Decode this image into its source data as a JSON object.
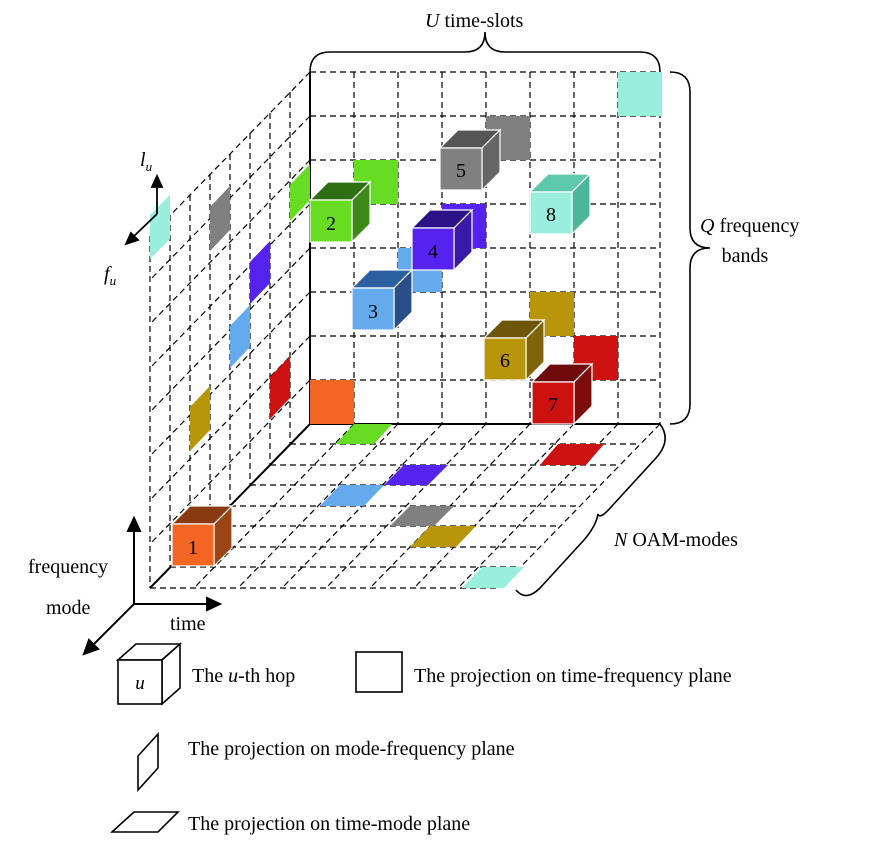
{
  "labels": {
    "time_slots_var": "U",
    "time_slots": " time-slots",
    "freq_bands_var": "Q",
    "freq_bands_1": " frequency",
    "freq_bands_2": "bands",
    "oam_var": "N",
    "oam": " OAM-modes",
    "axis_l": "l",
    "axis_l_sub": "u",
    "axis_f": "f",
    "axis_f_sub": "u",
    "axis_frequency": "frequency",
    "axis_mode": "mode",
    "axis_time": "time"
  },
  "legend": {
    "cube_var": "u",
    "hop_pre": "The ",
    "hop_var": "u",
    "hop_post": "-th hop",
    "tf_plane": "The projection on time-frequency plane",
    "mf_plane": "The projection on mode-frequency plane",
    "tm_plane": "The projection on time-mode plane"
  },
  "hops": [
    {
      "label": "1",
      "color": "#f26522"
    },
    {
      "label": "2",
      "color": "#66cc33"
    },
    {
      "label": "3",
      "color": "#66aaee"
    },
    {
      "label": "4",
      "color": "#5522ee"
    },
    {
      "label": "5",
      "color": "#808080"
    },
    {
      "label": "6",
      "color": "#b8960c"
    },
    {
      "label": "7",
      "color": "#cc1111"
    },
    {
      "label": "8",
      "color": "#99eedd"
    }
  ]
}
